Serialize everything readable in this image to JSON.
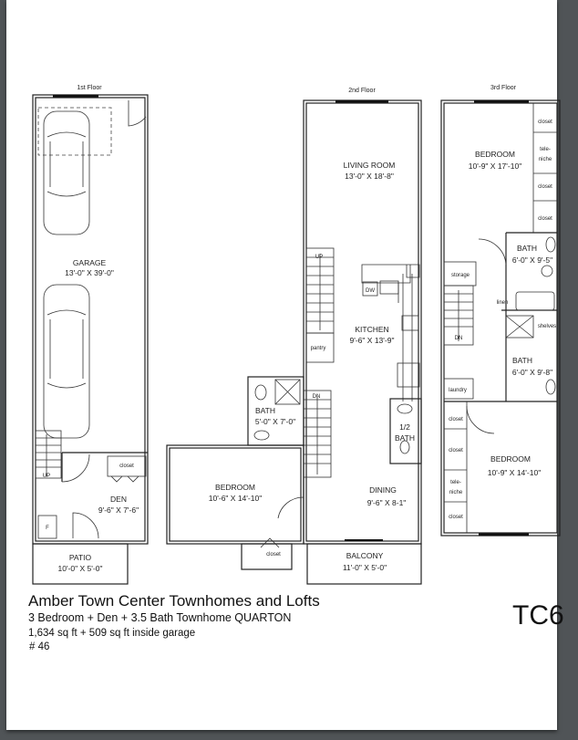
{
  "floors": {
    "first": {
      "label": "1st Floor",
      "garage": {
        "name": "GARAGE",
        "size": "13'-0\" X 39'-0\""
      },
      "den": {
        "name": "DEN",
        "size": "9'-6\" X 7'-6\""
      },
      "patio": {
        "name": "PATIO",
        "size": "10'-0\" X 5'-0\""
      },
      "closet": "closet",
      "stairs": "UP",
      "furnace": "F"
    },
    "second": {
      "label": "2nd Floor",
      "living": {
        "name": "LIVING ROOM",
        "size": "13'-0\" X 18'-8\""
      },
      "kitchen": {
        "name": "KITCHEN",
        "size": "9'-6\" X 13'-9\""
      },
      "bath": {
        "name": "BATH",
        "size": "5'-0\" X 7'-0\""
      },
      "half_bath": {
        "line1": "1/2",
        "line2": "BATH"
      },
      "bedroom": {
        "name": "BEDROOM",
        "size": "10'-6\" X 14'-10\""
      },
      "dining": {
        "name": "DINING",
        "size": "9'-6\" X 8-1\""
      },
      "balcony": {
        "name": "BALCONY",
        "size": "11'-0\" X 5'-0\""
      },
      "closet": "closet",
      "pantry": "pantry",
      "dw": "DW",
      "stairs_up": "UP",
      "stairs_dn": "DN"
    },
    "third": {
      "label": "3rd Floor",
      "bedroom_top": {
        "name": "BEDROOM",
        "size": "10'-9\" X 17'-10\""
      },
      "bath_top": {
        "name": "BATH",
        "size": "6'-0\" X 9'-5\""
      },
      "bath_mid": {
        "name": "BATH",
        "size": "6'-0\" X 9'-8\""
      },
      "bedroom_bottom": {
        "name": "BEDROOM",
        "size": "10'-9\" X 14'-10\""
      },
      "closet": "closet",
      "tele1": "tele-",
      "tele2": "niche",
      "storage": "storage",
      "linen": "linen",
      "shelves": "shelves",
      "laundry": "laundry",
      "stairs": "DN"
    }
  },
  "info": {
    "title": "Amber Town Center Townhomes and Lofts",
    "subtitle": "3 Bedroom + Den + 3.5 Bath Townhome QUARTON",
    "area": "1,634 sq ft + 509 sq ft inside garage",
    "number": "# 46",
    "code": "TC6"
  }
}
